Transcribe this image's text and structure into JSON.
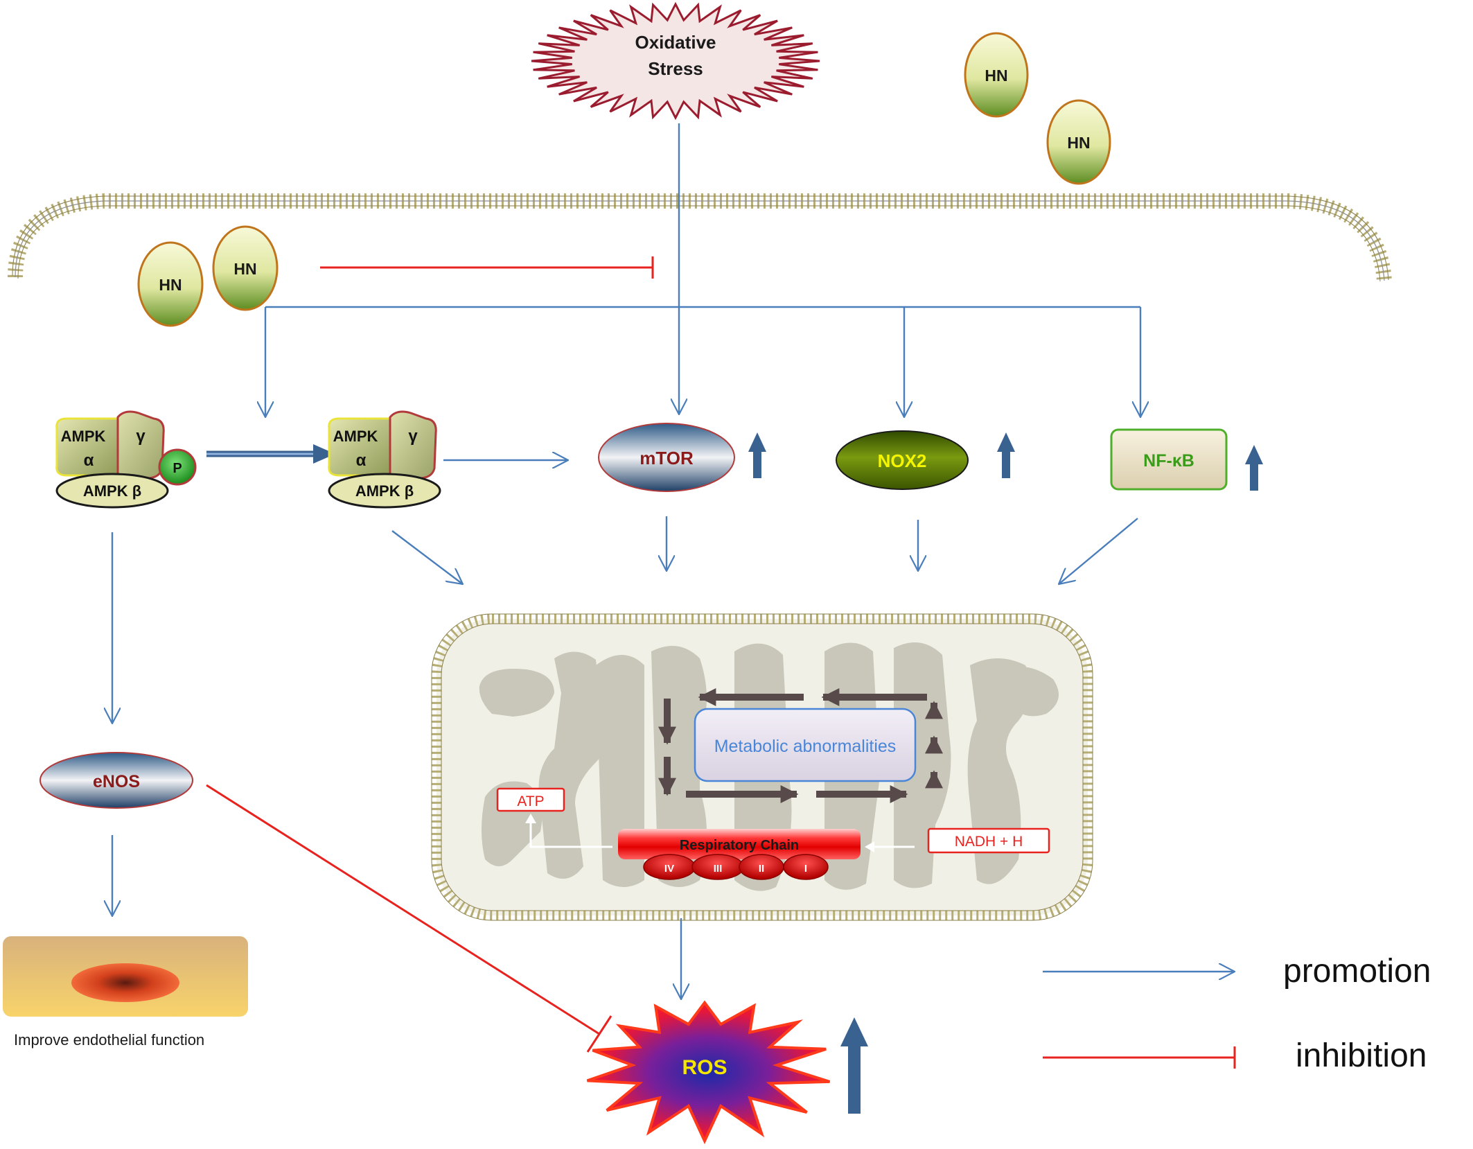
{
  "labels": {
    "oxidative_stress_line1": "Oxidative",
    "oxidative_stress_line2": "Stress",
    "hn": "HN",
    "ampk_alpha_top": "AMPK",
    "alpha": "α",
    "gamma": "γ",
    "ampk_beta": "AMPK β",
    "phospho": "P",
    "mtor": "mTOR",
    "nox2": "NOX2",
    "nfkb": "NF-κB",
    "enos": "eNOS",
    "improve_endothelial": "Improve endothelial function",
    "metabolic_abnormalities": "Metabolic abnormalities",
    "atp": "ATP",
    "nadh": "NADH + H",
    "respiratory_chain": "Respiratory Chain",
    "complex_iv": "IV",
    "complex_iii": "III",
    "complex_ii": "II",
    "complex_i": "I",
    "ros": "ROS"
  },
  "legend": {
    "promotion": "promotion",
    "inhibition": "inhibition"
  },
  "colors": {
    "promotion_arrow": "#4a7ebb",
    "inhibition_line": "#e8231f",
    "up_arrow": "#3a6290",
    "hn_fill_top": "#f4f6c4",
    "hn_fill_bottom": "#5e8e22",
    "hn_stroke": "#c0741c",
    "mtor_label": "#8b1a1a",
    "nox2_fill": "#4f6b00",
    "nox2_label": "#f5f500",
    "nfkb_label": "#3b9b1a",
    "ros_label": "#f5e600",
    "mito_gray": "#c8c7b9",
    "metabolic_label": "#4a86d8",
    "dark_arrow": "#584a4a"
  }
}
